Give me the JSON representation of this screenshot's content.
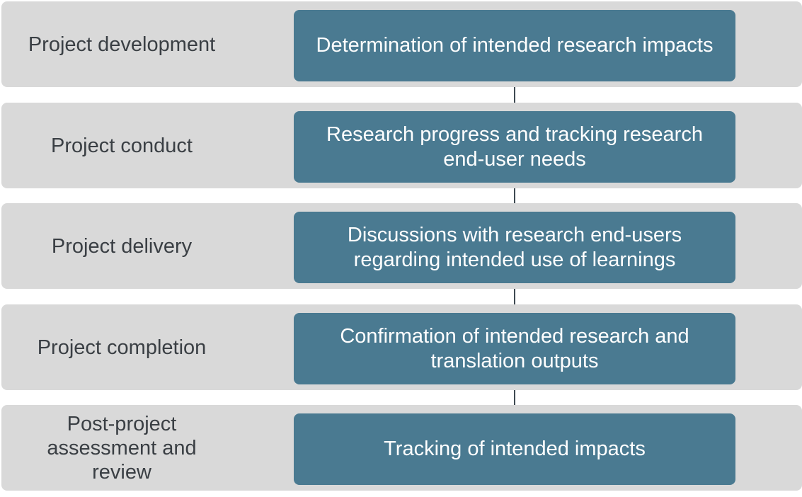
{
  "stages": [
    {
      "label": "Project development",
      "activity": "Determination of intended research impacts"
    },
    {
      "label": "Project conduct",
      "activity": "Research progress and tracking research end-user needs"
    },
    {
      "label": "Project delivery",
      "activity": "Discussions with research end-users regarding intended use of learnings"
    },
    {
      "label": "Project completion",
      "activity": "Confirmation of intended research and translation outputs"
    },
    {
      "label": "Post-project assessment and review",
      "activity": "Tracking of intended impacts"
    }
  ],
  "colors": {
    "row_background": "#d9d9d9",
    "box_background": "#4a7a91",
    "label_text": "#3a3f44",
    "box_text": "#ffffff",
    "connector": "#3f4a52"
  }
}
